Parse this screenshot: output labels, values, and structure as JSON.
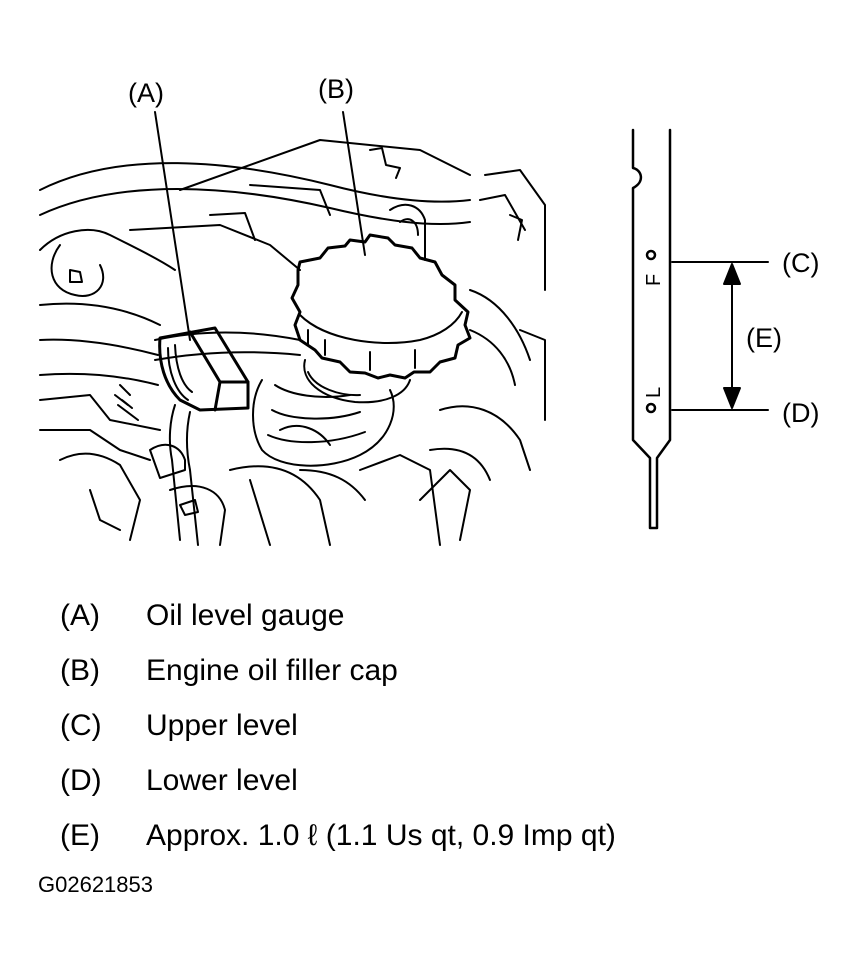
{
  "callouts": {
    "a": "(A)",
    "b": "(B)",
    "c": "(C)",
    "d": "(D)",
    "e": "(E)"
  },
  "dipstick_marks": {
    "upper": "F",
    "lower": "L"
  },
  "legend": [
    {
      "key": "(A)",
      "desc": "Oil level gauge"
    },
    {
      "key": "(B)",
      "desc": "Engine oil filler cap"
    },
    {
      "key": "(C)",
      "desc": "Upper level"
    },
    {
      "key": "(D)",
      "desc": "Lower level"
    },
    {
      "key": "(E)",
      "desc": "Approx. 1.0  ℓ (1.1 Us qt, 0.9 Imp qt)"
    }
  ],
  "figure_id": "G02621853",
  "colors": {
    "ink": "#000000",
    "paper": "#ffffff"
  }
}
